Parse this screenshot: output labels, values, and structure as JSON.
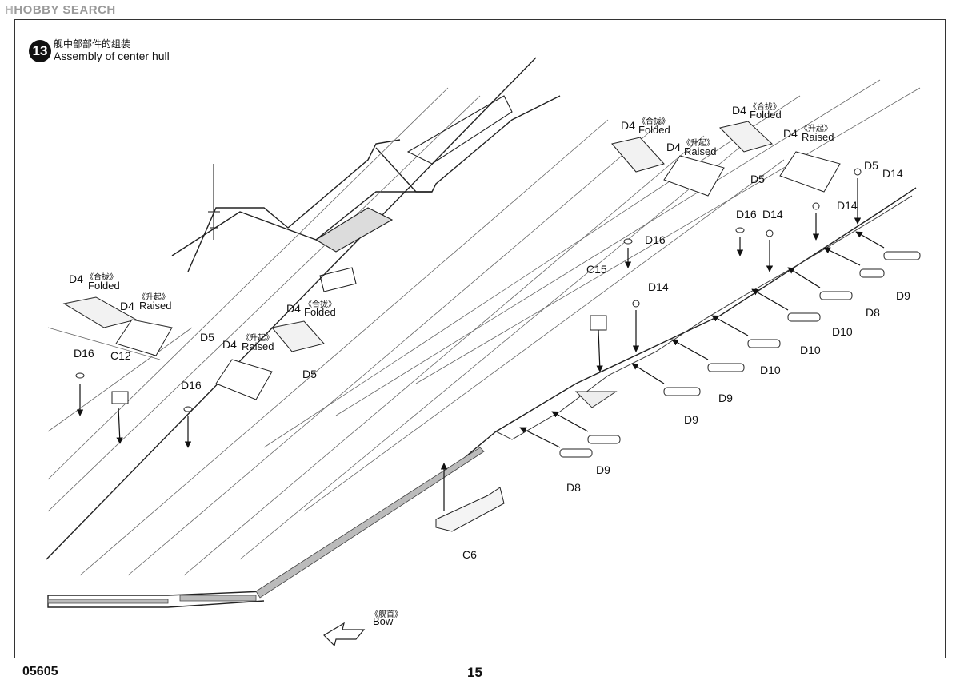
{
  "watermark": {
    "logo": "H",
    "text": "HOBBY SEARCH"
  },
  "step": {
    "number": "13",
    "title_cn": "舰中部部件的组装",
    "title_en": "Assembly of center hull"
  },
  "footer": {
    "code": "05605",
    "page": "15"
  },
  "callouts": {
    "folded_cn": "《合拢》",
    "raised_cn": "《升起》",
    "bow_cn": "《舰首》",
    "folded": "Folded",
    "raised": "Raised",
    "bow": "Bow",
    "d4": "D4",
    "d5": "D5",
    "d8": "D8",
    "d9": "D9",
    "d10": "D10",
    "d14": "D14",
    "d16": "D16",
    "c6": "C6",
    "c12": "C12",
    "c15": "C15"
  }
}
